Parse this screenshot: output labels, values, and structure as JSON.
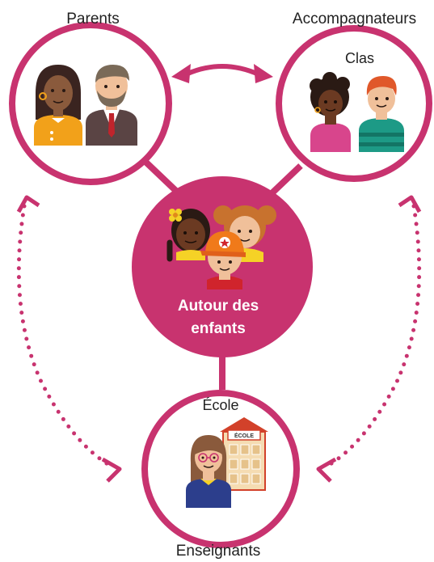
{
  "colors": {
    "accent": "#c8336f",
    "text": "#222222",
    "center_text": "#ffffff"
  },
  "labels": {
    "parents": "Parents",
    "accompagnateurs": "Accompagnateurs",
    "clas": "Clas",
    "ecole": "École",
    "enseignants": "Enseignants",
    "center_line1": "Autour des",
    "center_line2": "enfants",
    "school_sign": "ÉCOLE"
  },
  "icons": {
    "parents": [
      "woman-parent-icon",
      "man-parent-icon"
    ],
    "accompagnateurs": [
      "woman-companion-icon",
      "man-companion-icon"
    ],
    "center": [
      "girl-braids-icon",
      "girl-pigtails-icon",
      "boy-cap-icon"
    ],
    "ecole": [
      "teacher-icon",
      "school-building-icon"
    ]
  }
}
